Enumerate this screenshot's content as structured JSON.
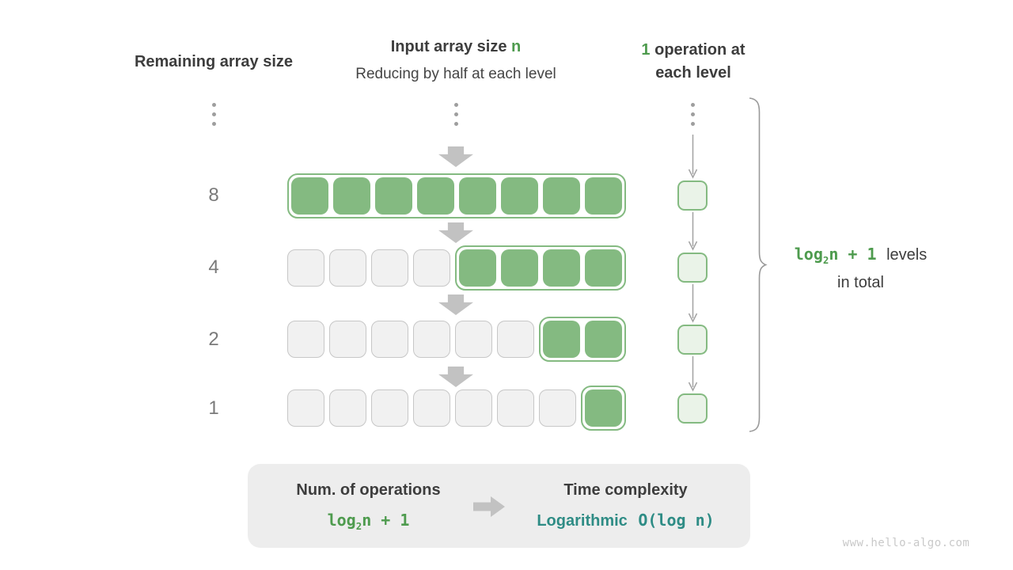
{
  "colors": {
    "green-fill": "#84ba81",
    "green-light": "#eaf3e8",
    "green-text": "#4e9b4e",
    "teal-text": "#2e8c85",
    "gray-cell": "#f1f1f1",
    "gray-cell-border": "#c7c7c7",
    "dark-text": "#3d3d3d",
    "sub-text": "#454545",
    "muted-text": "#7a7a7a",
    "dot-gray": "#9e9e9e",
    "arrow-gray": "#c2c2c2",
    "line-gray": "#a2a2a2",
    "brace-gray": "#999999",
    "box-bg": "#ededed",
    "watermark": "#c9c9c9"
  },
  "headers": {
    "left": "Remaining array size",
    "middle_title": "Input array size",
    "middle_title_accent": "n",
    "middle_subtitle": "Reducing by half at each level",
    "right_accent": "1",
    "right_line1_rest": "operation at",
    "right_line2": "each level"
  },
  "rows": [
    {
      "label": "8",
      "total": 8,
      "active": 8
    },
    {
      "label": "4",
      "total": 8,
      "active": 4
    },
    {
      "label": "2",
      "total": 8,
      "active": 2
    },
    {
      "label": "1",
      "total": 8,
      "active": 1
    }
  ],
  "formula": {
    "base": "log",
    "sub": "2",
    "rest": "n + 1"
  },
  "brace_label": {
    "line1_text": "levels",
    "line2_text": "in total"
  },
  "summary": {
    "left_title": "Num. of operations",
    "right_title": "Time complexity",
    "right_word": "Logarithmic",
    "right_code": "O(log n)"
  },
  "watermark": "www.hello-algo.com"
}
